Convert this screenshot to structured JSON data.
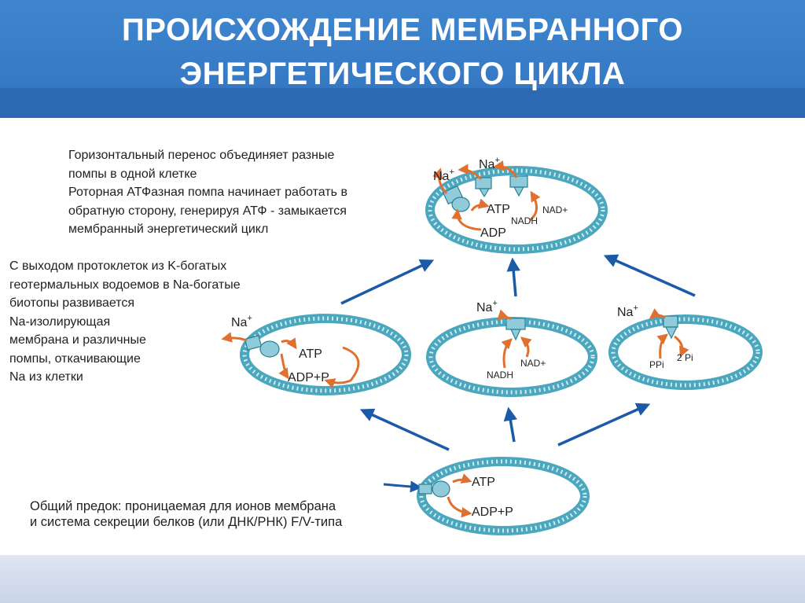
{
  "title_lines": [
    "ПРОИСХОЖДЕНИЕ МЕМБРАННОГО",
    "ЭНЕРГЕТИЧЕСКОГО ЦИКЛА"
  ],
  "notes": {
    "top_lines": [
      "Горизонтальный перенос объединяет разные",
      "помпы в одной клетке",
      "Роторная АТФазная помпа начинает работать в",
      "обратную сторону, генерируя АТФ - замыкается",
      "мембранный энергетический цикл"
    ],
    "left_lines": [
      "С выходом протоклеток из K-богатых",
      "геотермальных водоемов в Na-богатые",
      "биотопы развивается",
      "Na-изолирующая",
      "мембрана и различные",
      "помпы, откачивающие",
      "Na из клетки"
    ],
    "bottom_lines": [
      "Общий предок: проницаемая для ионов мембрана",
      "и система секреции белков (или ДНК/РНК) F/V-типа"
    ]
  },
  "cells": {
    "top": {
      "na1": "Na",
      "na2": "Na",
      "sup": "+",
      "atp": "ATP",
      "adp": "ADP",
      "nadh": "NADH",
      "nad": "NAD+"
    },
    "left": {
      "na": "Na",
      "sup": "+",
      "atp": "ATP",
      "adp": "ADP+P"
    },
    "middle": {
      "na": "Na",
      "sup": "+",
      "nadh": "NADH",
      "nad": "NAD+"
    },
    "right": {
      "na": "Na",
      "sup": "+",
      "ppi": "PPi",
      "pi": "2 Pi"
    },
    "bottom": {
      "atp": "ATP",
      "adp": "ADP+P"
    }
  },
  "colors": {
    "header": "#3679c4",
    "membrane_fill": "#9fd3df",
    "membrane_stroke": "#4aa7bd",
    "arrow_blue": "#1b5aa6",
    "arrow_orange": "#e07030",
    "pump": "#8fcbd8"
  }
}
